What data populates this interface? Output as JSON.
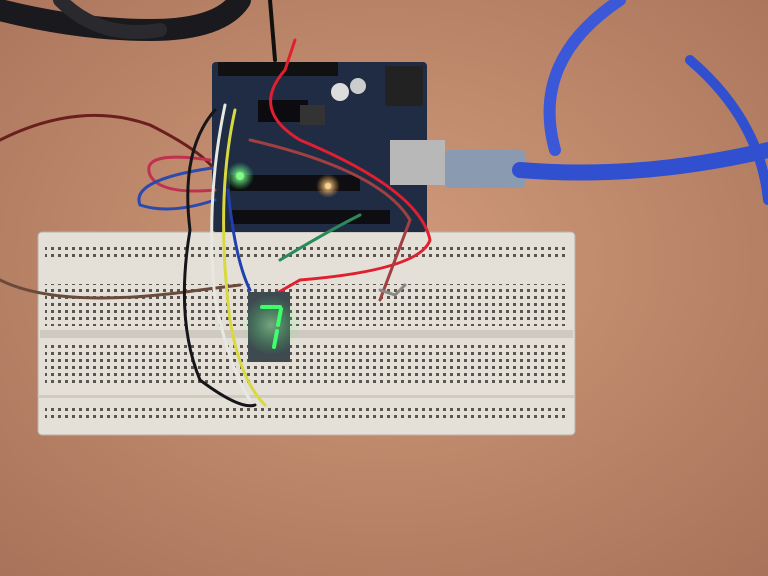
{
  "scene": {
    "description_free": true,
    "seven_segment_display": {
      "digit": "7",
      "lit_segments": [
        "a",
        "b",
        "c"
      ],
      "color": "#3cff6a"
    },
    "colors": {
      "table": "#c48d6e",
      "breadboard": "#e6e2da",
      "arduino_board": "#1f2c44",
      "usb_cable": "#3a5ad8",
      "led_green": "#5cff5c",
      "led_orange": "#ffb040"
    }
  }
}
